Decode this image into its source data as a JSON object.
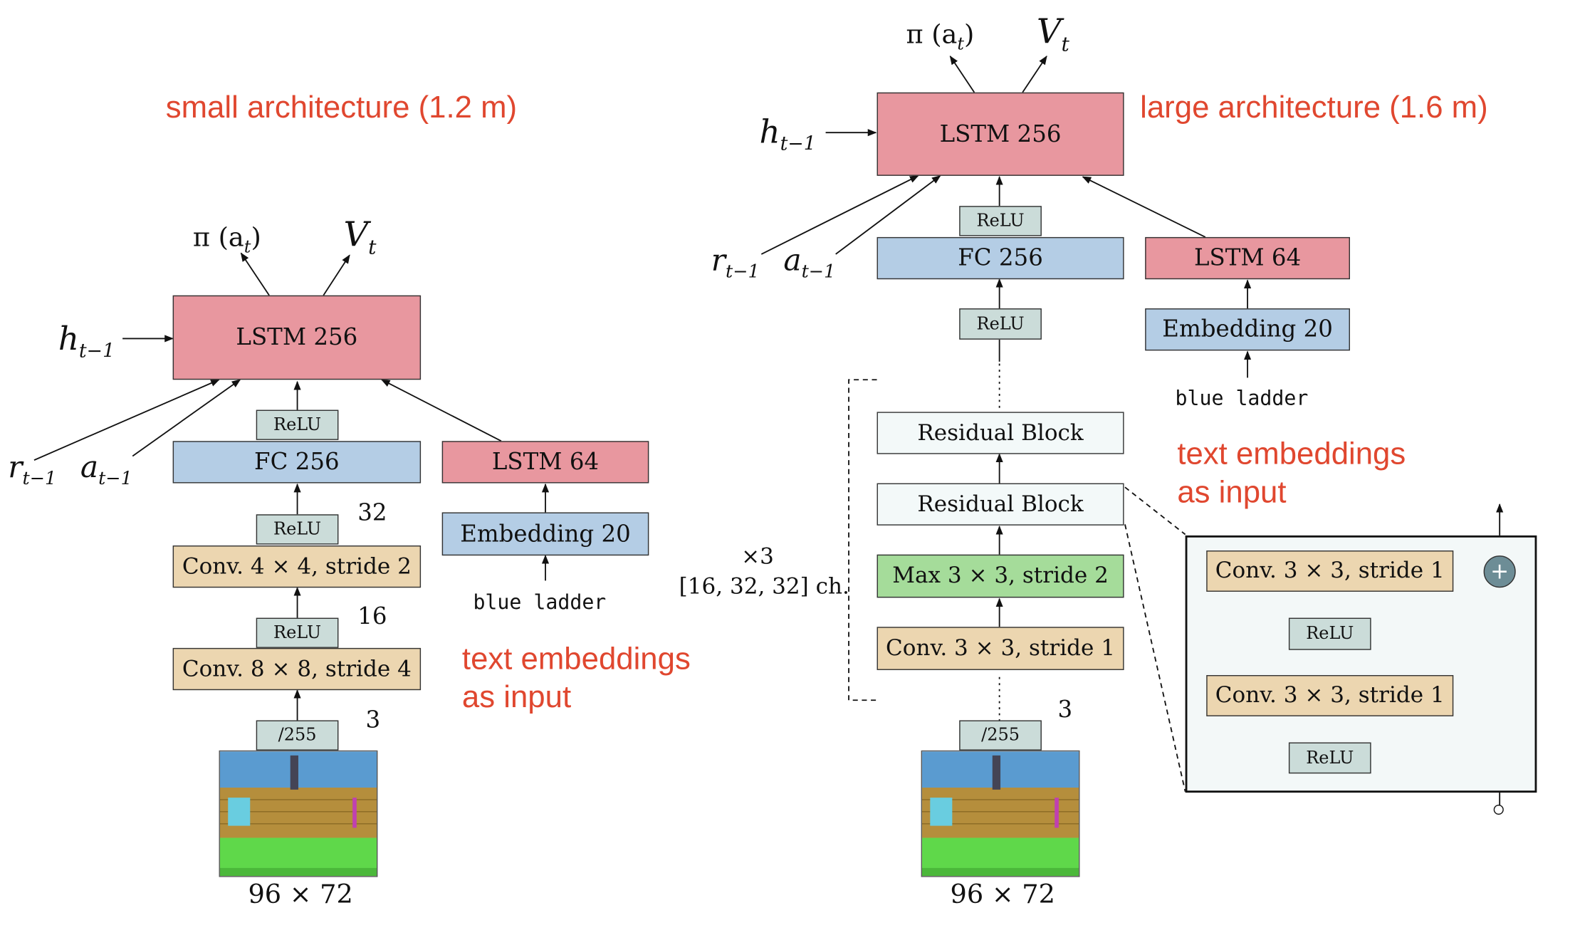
{
  "small": {
    "title": "small architecture (1.2 m)",
    "outputs": {
      "policy": "π (a",
      "policy_sub": "t",
      "policy_close": ")",
      "value": "V",
      "value_sub": "t"
    },
    "h_prev": "h",
    "h_prev_sub": "t−1",
    "r_prev": "r",
    "r_prev_sub": "t−1",
    "a_prev": "a",
    "a_prev_sub": "t−1",
    "lstm_main": "LSTM 256",
    "relu_fc": "ReLU",
    "fc": "FC 256",
    "relu_conv2": "ReLU",
    "conv2": "Conv. 4 × 4, stride 2",
    "relu_conv1": "ReLU",
    "conv1": "Conv. 8 × 8, stride 4",
    "norm": "/255",
    "ch_32": "32",
    "ch_16": "16",
    "ch_3": "3",
    "lstm_text": "LSTM 64",
    "embedding": "Embedding 20",
    "text_input": "blue ladder",
    "note_line1": "text embeddings",
    "note_line2": "as input",
    "image_size": "96 × 72"
  },
  "large": {
    "title": "large architecture (1.6 m)",
    "outputs": {
      "policy": "π (a",
      "policy_sub": "t",
      "policy_close": ")",
      "value": "V",
      "value_sub": "t"
    },
    "h_prev": "h",
    "h_prev_sub": "t−1",
    "r_prev": "r",
    "r_prev_sub": "t−1",
    "a_prev": "a",
    "a_prev_sub": "t−1",
    "lstm_main": "LSTM 256",
    "relu_top": "ReLU",
    "fc": "FC 256",
    "relu_fc": "ReLU",
    "res_block_2": "Residual Block",
    "res_block_1": "Residual Block",
    "maxpool": "Max 3 × 3, stride 2",
    "conv": "Conv. 3 × 3, stride 1",
    "norm": "/255",
    "ch_3": "3",
    "repeat": "×3",
    "channels": "[16, 32, 32] ch.",
    "lstm_text": "LSTM 64",
    "embedding": "Embedding 20",
    "text_input": "blue ladder",
    "note_line1": "text embeddings",
    "note_line2": "as input",
    "image_size": "96 × 72",
    "residual_detail": {
      "conv_top": "Conv. 3 × 3, stride 1",
      "relu_mid": "ReLU",
      "conv_bottom": "Conv. 3 × 3, stride 1",
      "relu_bottom": "ReLU",
      "add_symbol": "+"
    }
  },
  "colors": {
    "lstm": "#e8979f",
    "fc": "#b4cde5",
    "relu": "#cbdcd9",
    "conv": "#ecd6b0",
    "maxpool": "#a5dc9a",
    "residual": "#f3f9f9",
    "annotation": "#e0472f"
  }
}
